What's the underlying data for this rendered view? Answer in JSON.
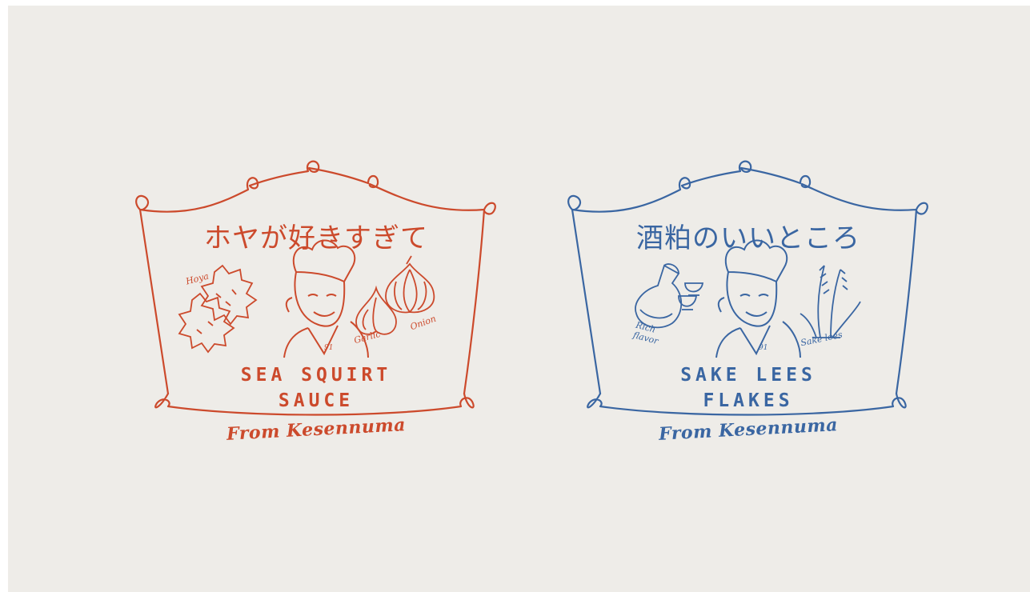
{
  "background_color": "#eeece8",
  "labels": [
    {
      "id": "sea-squirt",
      "color": "#cc4a2c",
      "jp_title": "ホヤが好きすぎて",
      "product_line1": "SEA SQUIRT",
      "product_line2": "SAUCE",
      "origin": "From Kesennuma",
      "illustration_notes": [
        "Hoya",
        "Garlic",
        "Onion",
        "91"
      ],
      "icons": [
        "sea-squirt-icon",
        "chef-icon",
        "garlic-icon",
        "onion-icon"
      ]
    },
    {
      "id": "sake-lees",
      "color": "#3a66a2",
      "jp_title": "酒粕のいいところ",
      "product_line1": "SAKE LEES",
      "product_line2": "FLAKES",
      "origin": "From Kesennuma",
      "illustration_notes": [
        "Rich flavor",
        "Sake lees",
        "91"
      ],
      "icons": [
        "sake-bottle-icon",
        "sake-cups-icon",
        "chef-icon",
        "rice-stalk-icon"
      ]
    }
  ]
}
